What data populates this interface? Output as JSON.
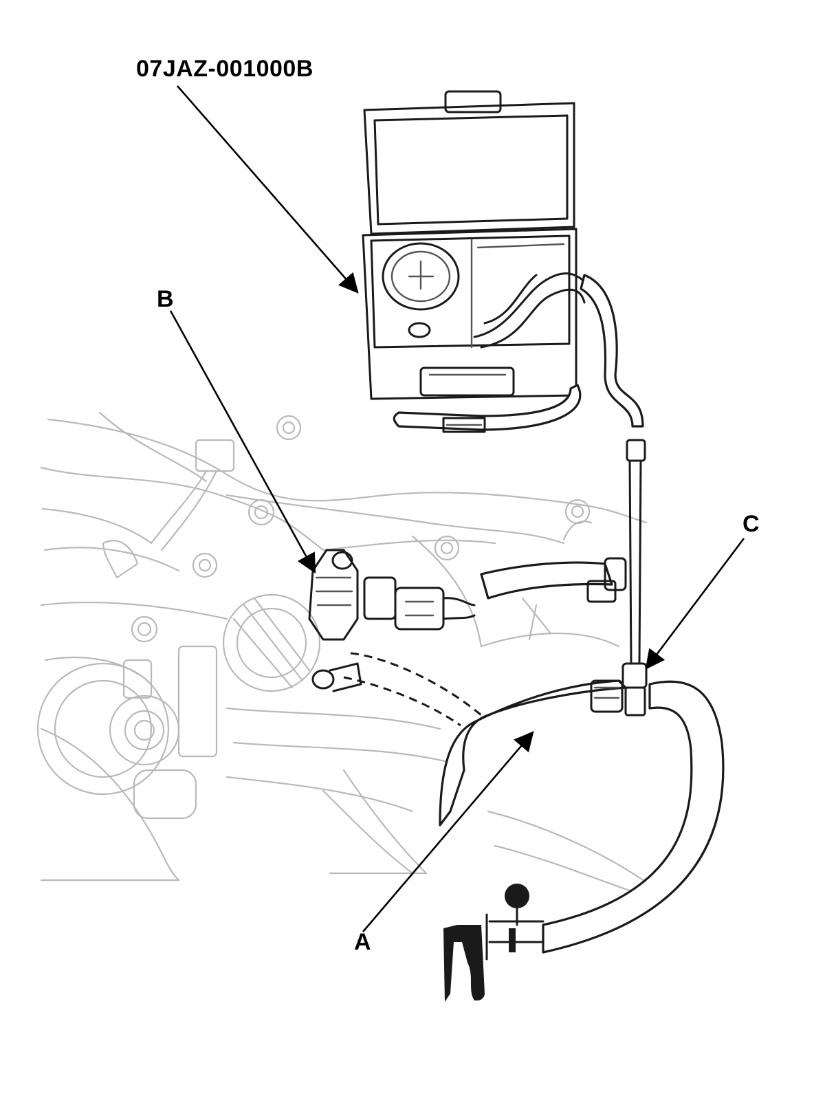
{
  "labels": {
    "tool_number": "07JAZ-001000B",
    "a": "A",
    "b": "B",
    "c": "C"
  },
  "colors": {
    "line": "#1a1a1a",
    "engine_background": "#b9b9b9",
    "background": "#ffffff"
  },
  "icons": [
    "tester-case-icon",
    "pressure-gauge-icon",
    "hand-pump-icon",
    "hose-icon",
    "connector-icon"
  ]
}
